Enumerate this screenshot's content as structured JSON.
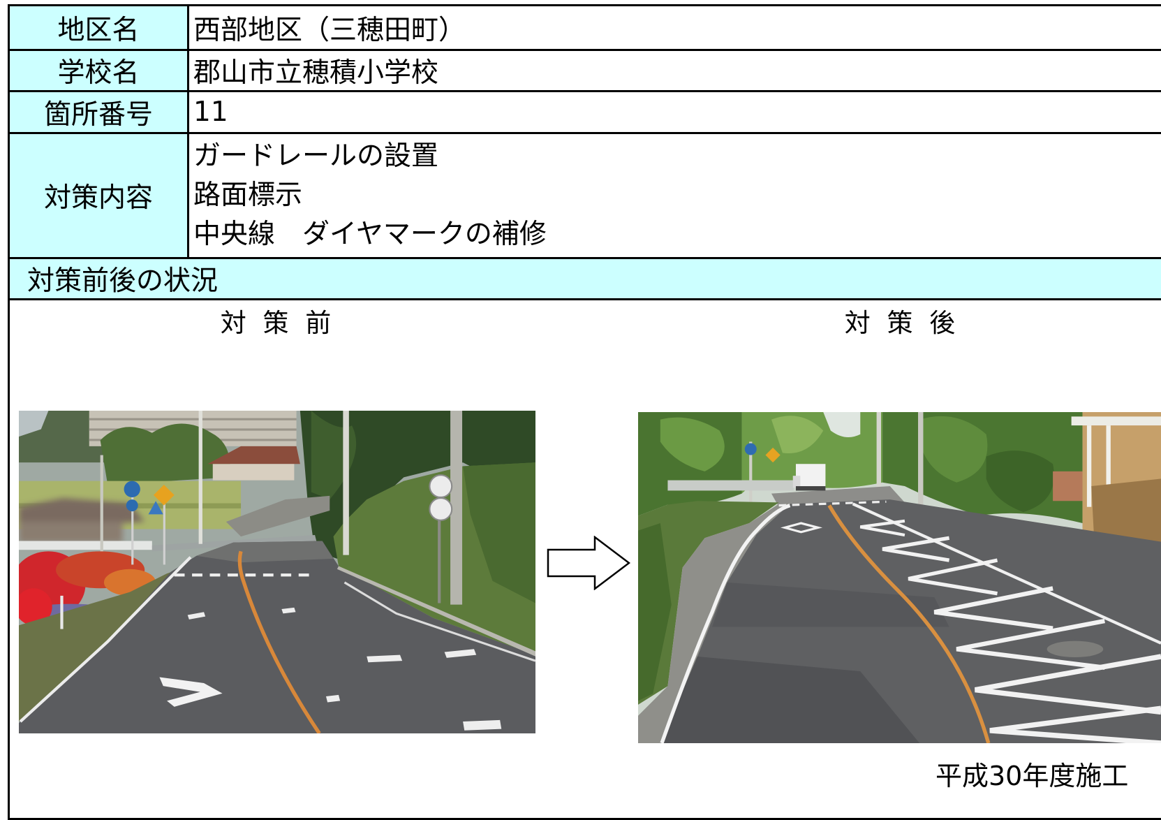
{
  "fields": [
    {
      "label": "地区名",
      "value": "西部地区（三穂田町）"
    },
    {
      "label": "学校名",
      "value": "郡山市立穂積小学校"
    },
    {
      "label": "箇所番号",
      "value": "11"
    }
  ],
  "measures": {
    "label": "対策内容",
    "lines": [
      "ガードレールの設置",
      "路面標示",
      "中央線　ダイヤマークの補修"
    ]
  },
  "status_section": {
    "title": "対策前後の状況",
    "before_heading": "対 策 前",
    "after_heading": "対 策 後",
    "completion_note": "平成30年度施工"
  },
  "colors": {
    "label_background": "#ccffff",
    "border": "#000000"
  }
}
